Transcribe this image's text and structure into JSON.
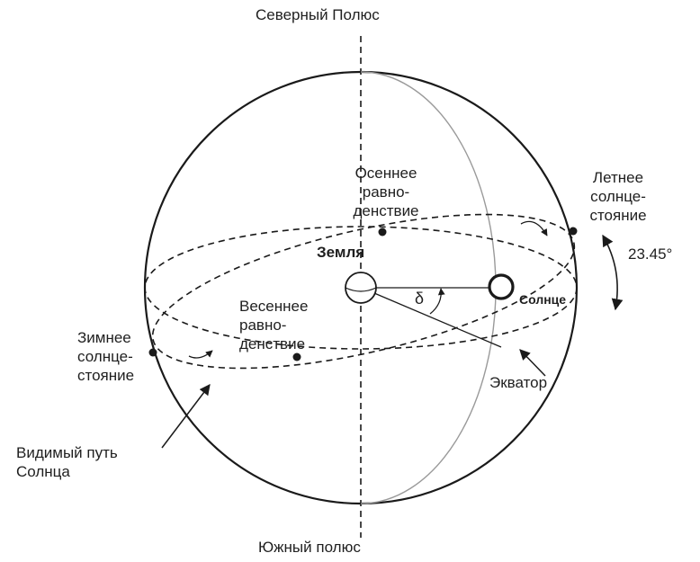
{
  "labels": {
    "north_pole": "Северный Полюс",
    "south_pole": "Южный полюс",
    "autumn_equinox": [
      "Осеннее",
      "равно-",
      "денствие"
    ],
    "summer_solstice": [
      "Летнее",
      "солнце-",
      "стояние"
    ],
    "tilt": "23.45°",
    "earth": "Земля",
    "sun": "Солнце",
    "delta": "δ",
    "spring_equinox": [
      "Весеннее",
      "равно-",
      "денствие"
    ],
    "winter_solstice": [
      "Зимнее",
      "солнце-",
      "стояние"
    ],
    "equator": "Экватор",
    "sun_path": [
      "Видимый путь",
      "Солнца"
    ]
  },
  "colors": {
    "line": "#1a1a1a",
    "meridian": "#9a9a9a",
    "background": "#ffffff"
  },
  "icons": [
    "arrow-icon",
    "curved-arrow-icon",
    "double-arrow-icon"
  ]
}
